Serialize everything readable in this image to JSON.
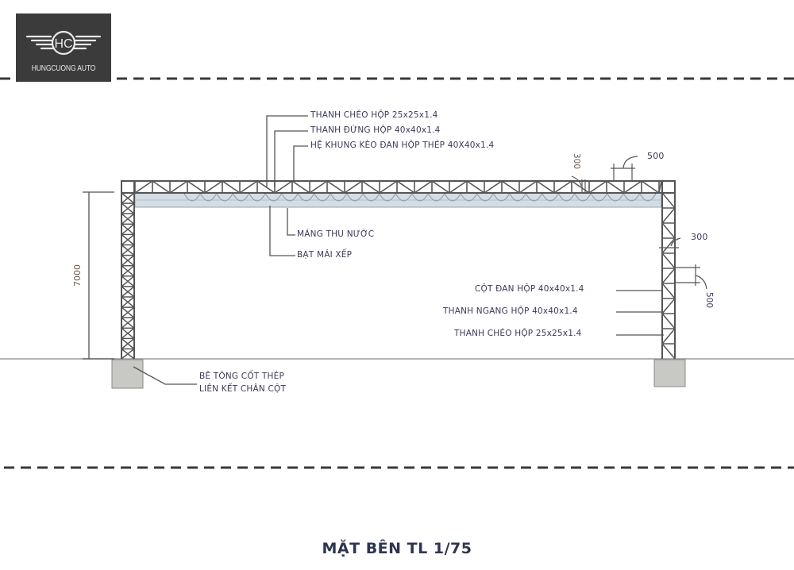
{
  "logo": {
    "monogram": "HC",
    "brand": "HUNGCUONG AUTO",
    "background": "#3b3b3b"
  },
  "drawing": {
    "title": "MẶT BÊN TL 1/75",
    "top_labels": [
      "THANH CHÉO HỘP 25x25x1.4",
      "THANH ĐỨNG HỘP 40x40x1.4",
      "HỆ KHUNG KÈO ĐAN HỘP THÉP 40X40x1.4"
    ],
    "roof_labels": [
      "MÁNG THU NƯỚC",
      "BẠT MÁI XẾP"
    ],
    "column_labels": [
      "CỘT ĐAN HỘP 40x40x1.4",
      "THANH NGANG HỘP 40x40x1.4",
      "THANH CHÉO HỘP 25x25x1.4"
    ],
    "footing_label": [
      "BÊ TÔNG CỐT THÉP",
      "LIÊN KẾT CHÂN CỘT"
    ],
    "dimensions": {
      "height": "7000",
      "truss_depth": "300",
      "truss_panel": "500",
      "column_width": "300",
      "column_panel": "500"
    },
    "colors": {
      "steel": "#555555",
      "roof_fabric": "#d4dde6",
      "concrete": "#c8c8c4",
      "label_text": "#3a3a5a",
      "title_text": "#2d3550"
    }
  }
}
